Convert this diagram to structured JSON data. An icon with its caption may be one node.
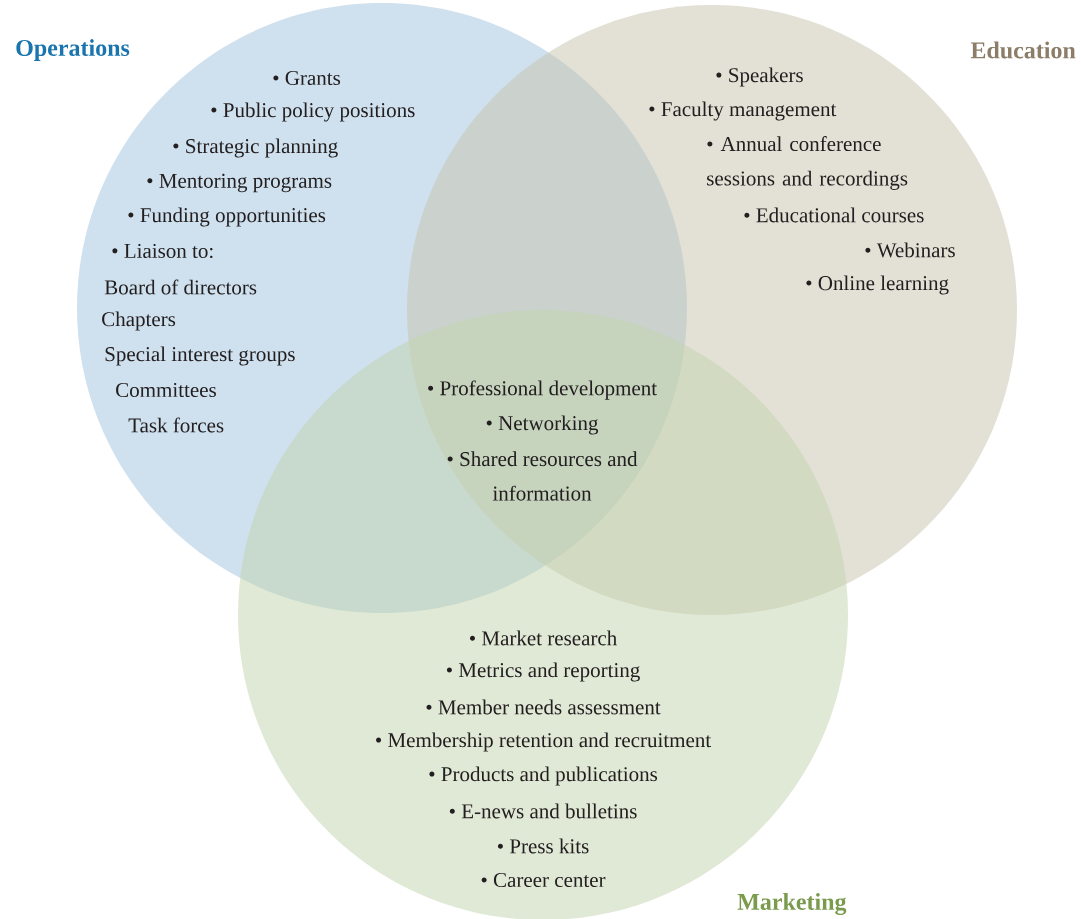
{
  "diagram": {
    "nodes": [
      {
        "text": [
          "Operations",
          "• Grants",
          "• Public policy positions",
          "• Strategic planning",
          "• Mentoring programs",
          "• Funding opportunities",
          "• Liaison to:",
          "Board of directors",
          "Chapters",
          "Special interest groups",
          "Committees",
          "Task forces"
        ]
      },
      {
        "text": [
          "Education",
          "• Speakers",
          "• Faculty management",
          "• Annual conference sessions and recordings",
          "• Educational courses",
          "• Webinars",
          "• Online learning"
        ]
      },
      {
        "text": [
          "Marketing",
          "• Market research",
          "• Metrics and reporting",
          "• Member needs assessment",
          "• Membership retention and recruitment",
          "• Products and publications",
          "• E-news and bulletins",
          "• Press kits",
          "• Career center"
        ]
      }
    ],
    "labels": [
      "• Professional development",
      "• Networking",
      "• Shared resources and information"
    ]
  }
}
